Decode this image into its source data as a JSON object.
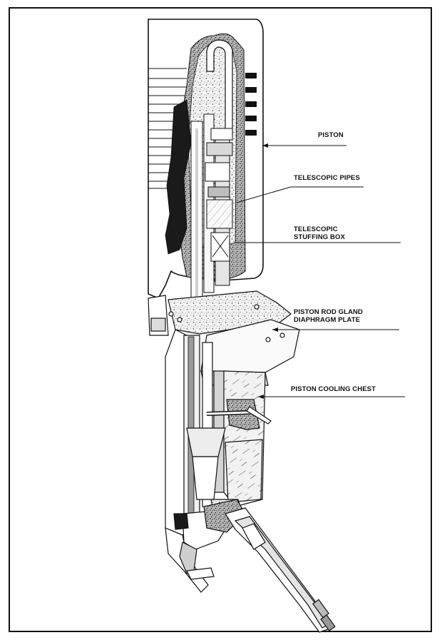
{
  "figure": {
    "callouts": [
      {
        "id": "piston",
        "lines": [
          "PISTON"
        ]
      },
      {
        "id": "telescopic-pipes",
        "lines": [
          "TELESCOPIC PIPES"
        ]
      },
      {
        "id": "telescopic-stuffing-box",
        "lines": [
          "TELESCOPIC",
          "STUFFING BOX"
        ]
      },
      {
        "id": "piston-rod-gland-diaphragm-plate",
        "lines": [
          "PISTON ROD GLAND",
          "DIAPHRAGM PLATE"
        ]
      },
      {
        "id": "piston-cooling-chest",
        "lines": [
          "PISTON COOLING CHEST"
        ]
      }
    ]
  }
}
